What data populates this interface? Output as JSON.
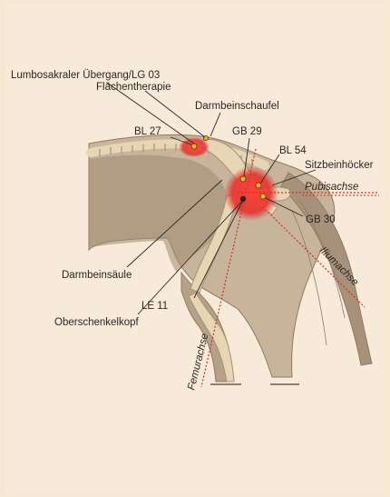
{
  "labels": {
    "lumbosakral": "Lumbosakraler Übergang/LG 03",
    "flaechen": "Flächentherapie",
    "darmbeinschaufel": "Darmbeinschaufel",
    "bl27": "BL 27",
    "gb29": "GB 29",
    "bl54": "BL 54",
    "sitzbein": "Sitzbeinhöcker",
    "pubisachse": "Pubisachse",
    "gb30": "GB 30",
    "iliumachse": "Iliumachse",
    "darmbeinsaeule": "Darmbeinsäule",
    "le11": "LE 11",
    "oberschenkelkopf": "Oberschenkelkopf",
    "femurachse": "Femurachse"
  },
  "colors": {
    "background": "#f7ead8",
    "body_skin": "#c8b49a",
    "body_dark": "#8f7b66",
    "bone": "#e7d6b4",
    "treatment_red": "#e5322d",
    "axis_line": "#d32f24",
    "acupoint": "#f0b01e"
  }
}
